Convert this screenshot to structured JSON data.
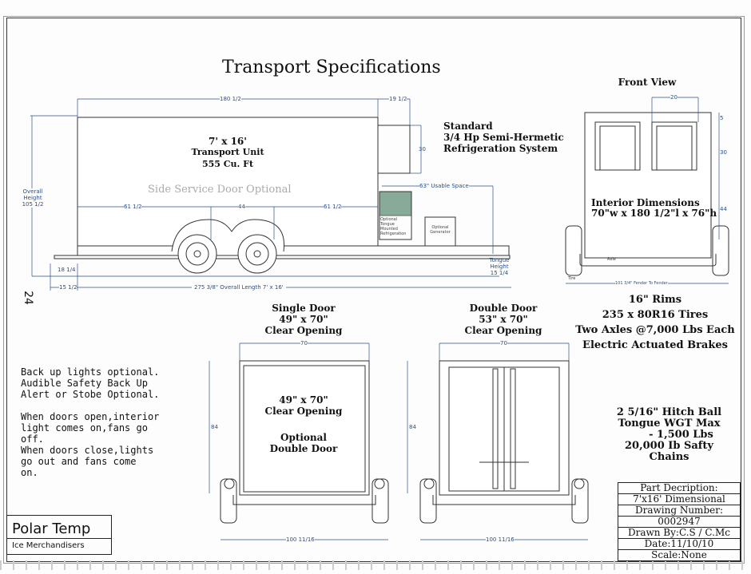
{
  "title": "Transport Specifications",
  "side_view": {
    "unit_line1": "7' x 16'",
    "unit_line2": "Transport Unit",
    "capacity": "555 Cu. Ft",
    "side_door": "Side Service Door Optional",
    "refrigeration": [
      "Standard",
      "3/4 Hp Semi-Hermetic",
      "Refrigeration System"
    ],
    "usable_space": "63\" Usable Space",
    "opt_refrig": "Optional Tongue Mounted Refrigeration",
    "opt_gen": "Optional Generator",
    "overall_height": "Overall Height 105 1/2",
    "tongue_height": "Tongue Height 15 1/4",
    "overall_length": "275 3/8\" Overall Length 7' x 16'",
    "dims": {
      "top": "180 1/2",
      "top_right": "19 1/2",
      "box_h": "30",
      "left": "61 1/2",
      "mid": "44",
      "right": "61 1/2",
      "hitch": "18 1/4",
      "front": "15 1/2"
    }
  },
  "front_view": {
    "label": "Front View",
    "interior": "Interior Dimensions",
    "interior_dims": "70\"w x 180 1/2\"l x 76\"h",
    "dims": {
      "w": "20",
      "a": "5",
      "b": "30",
      "c": "44"
    },
    "axle": "Axle",
    "tire": "Tire",
    "fender": "101 3/4\" Fender To Fender"
  },
  "specs": [
    "16\" Rims",
    "235 x 80R16 Tires",
    "Two Axles @7,000 Lbs Each",
    "Electric Actuated Brakes"
  ],
  "single_door": {
    "title": [
      "Single Door",
      "49\" x 70\"",
      "Clear Opening"
    ],
    "inner": [
      "49\" x 70\"",
      "Clear Opening"
    ],
    "optional": [
      "Optional",
      "Double Door"
    ],
    "width": "70",
    "height": "84",
    "bottom": "100 11/16"
  },
  "double_door": {
    "title": [
      "Double Door",
      "53\" x 70\"",
      "Clear Opening"
    ],
    "width": "70",
    "height": "84",
    "bottom": "100 11/16"
  },
  "notes1": [
    "Back up lights optional.",
    "Audible Safety Back Up",
    "Alert or Stobe Optional."
  ],
  "notes2": [
    "When doors open,interior",
    "light comes on,fans go",
    "off.",
    "When doors close,lights",
    "go out and fans come",
    "on."
  ],
  "hitch": [
    "2 5/16\" Hitch Ball",
    "Tongue WGT Max",
    "- 1,500 Lbs",
    "20,000 Ib Safty Chains"
  ],
  "page_number": "24",
  "logo": {
    "name": "Polar Temp",
    "sub": "Ice Merchandisers"
  },
  "title_block": [
    "Part Decription:",
    "7'x16' Dimensional",
    "Drawing Number:",
    "0002947",
    "Drawn By:C.S / C.Mc",
    "Date:11/10/10",
    "Scale:None"
  ]
}
